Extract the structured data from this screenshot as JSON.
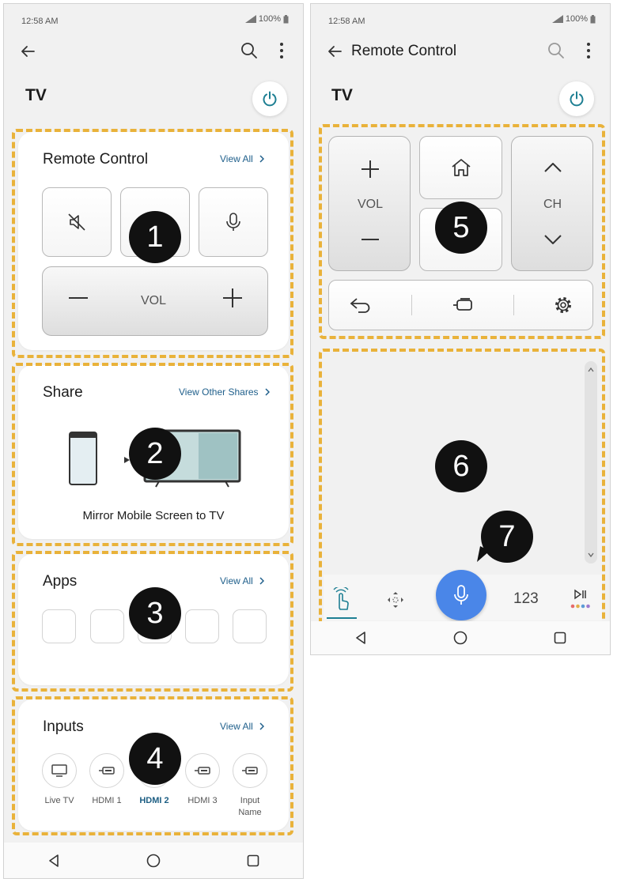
{
  "left": {
    "status": {
      "time": "12:58 AM",
      "battery": "100%"
    },
    "page_title": "TV",
    "remote": {
      "title": "Remote Control",
      "view_all": "View All",
      "vol_label": "VOL"
    },
    "share": {
      "title": "Share",
      "view_other": "View Other Shares",
      "caption": "Mirror Mobile Screen to TV"
    },
    "apps": {
      "title": "Apps",
      "view_all": "View All"
    },
    "inputs": {
      "title": "Inputs",
      "view_all": "View All",
      "items": [
        {
          "label": "Live TV"
        },
        {
          "label": "HDMI 1"
        },
        {
          "label": "HDMI 2",
          "selected": true
        },
        {
          "label": "HDMI 3"
        },
        {
          "label": "Input Name"
        }
      ]
    }
  },
  "right": {
    "status": {
      "time": "12:58 AM",
      "battery": "100%"
    },
    "header_title": "Remote Control",
    "page_title": "TV",
    "vol_label": "VOL",
    "ch_label": "CH",
    "tabs": {
      "numpad_label": "123"
    }
  },
  "badges": [
    "1",
    "2",
    "3",
    "4",
    "5",
    "6",
    "7"
  ],
  "colors": {
    "accent_blue": "#4a86e8",
    "teal": "#1e7f93",
    "dash": "#e9b23a",
    "link": "#1f5f8b"
  }
}
